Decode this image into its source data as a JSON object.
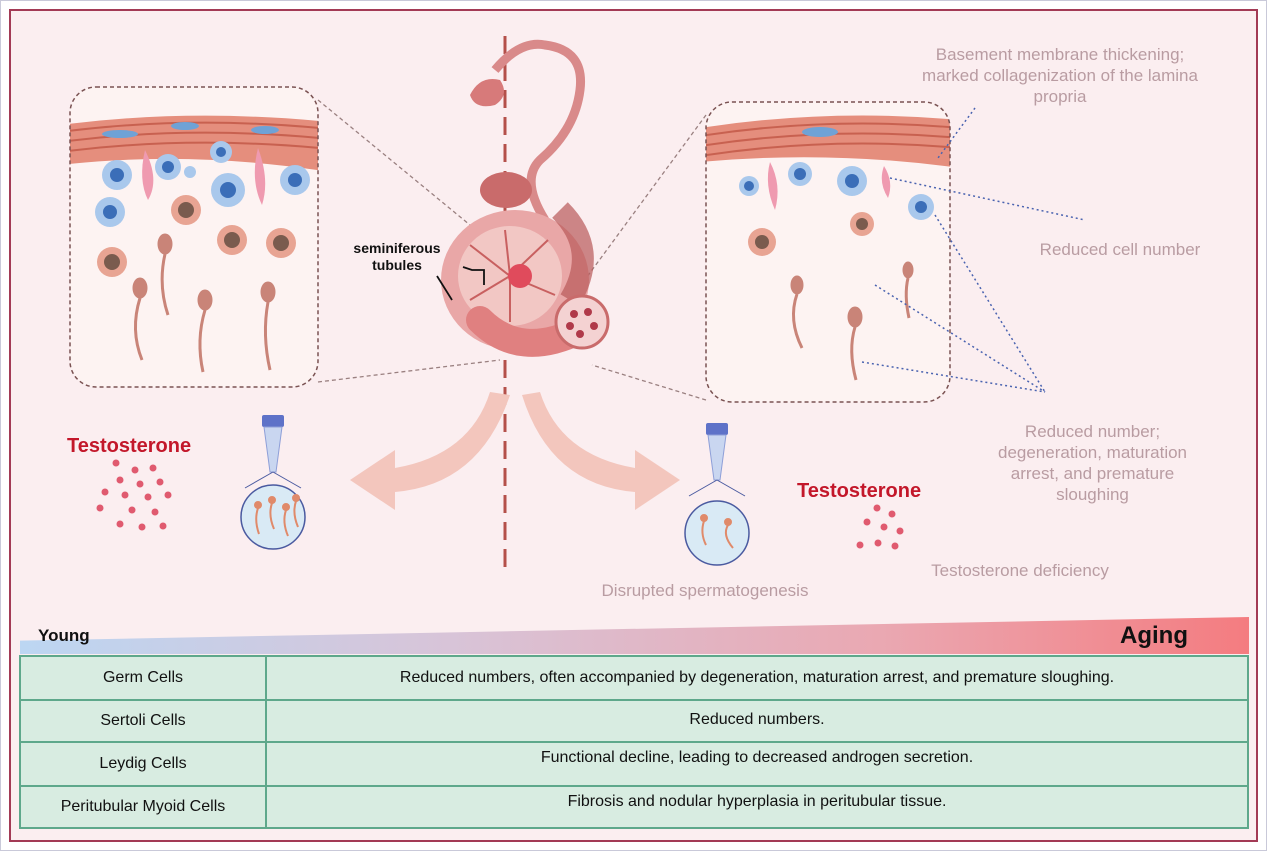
{
  "labels": {
    "seminiferous": "seminiferous\ntubules",
    "basement": "Basement membrane thickening; marked collagenization of the lamina propria",
    "reduced_cell": "Reduced cell number",
    "reduced_number": "Reduced number; degeneration, maturation arrest, and premature sloughing",
    "testosterone_young": "Testosterone",
    "testosterone_aging": "Testosterone",
    "disrupted": "Disrupted spermatogenesis",
    "deficiency": "Testosterone deficiency"
  },
  "gradient": {
    "start": "Young",
    "end": "Aging"
  },
  "table": [
    {
      "cell": "Germ Cells",
      "change": "Reduced numbers, often accompanied by degeneration, maturation arrest, and premature sloughing."
    },
    {
      "cell": "Sertoli Cells",
      "change": "Reduced numbers."
    },
    {
      "cell": "Leydig Cells",
      "change": "Functional decline, leading to decreased androgen secretion."
    },
    {
      "cell": "Peritubular Myoid Cells",
      "change": "Fibrosis and nodular hyperplasia in peritubular tissue."
    }
  ],
  "colors": {
    "border": "#a33a55",
    "background": "#fbeef0",
    "table_fill": "#d8ece1",
    "table_border": "#5ea88b",
    "accent_red": "#c3172a"
  }
}
